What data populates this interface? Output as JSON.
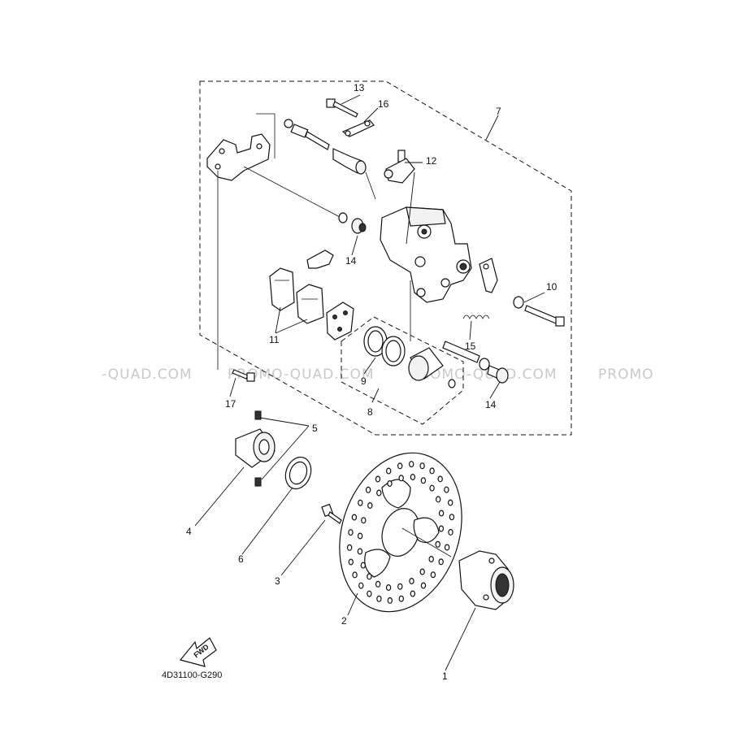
{
  "diagram": {
    "labels": {
      "p1": "1",
      "p2": "2",
      "p3": "3",
      "p4": "4",
      "p5": "5",
      "p6": "6",
      "p7": "7",
      "p8": "8",
      "p9": "9",
      "p10": "10",
      "p11": "11",
      "p12": "12",
      "p13": "13",
      "p14a": "14",
      "p14b": "14",
      "p15": "15",
      "p16": "16",
      "p17": "17"
    },
    "drawing_code": "4D31100-G290",
    "fwd_label": "FWD",
    "watermarks": [
      "-QUAD.COM",
      "PROMO-QUAD.COM",
      "PROMO-QUAD.COM",
      "PROMO"
    ]
  }
}
